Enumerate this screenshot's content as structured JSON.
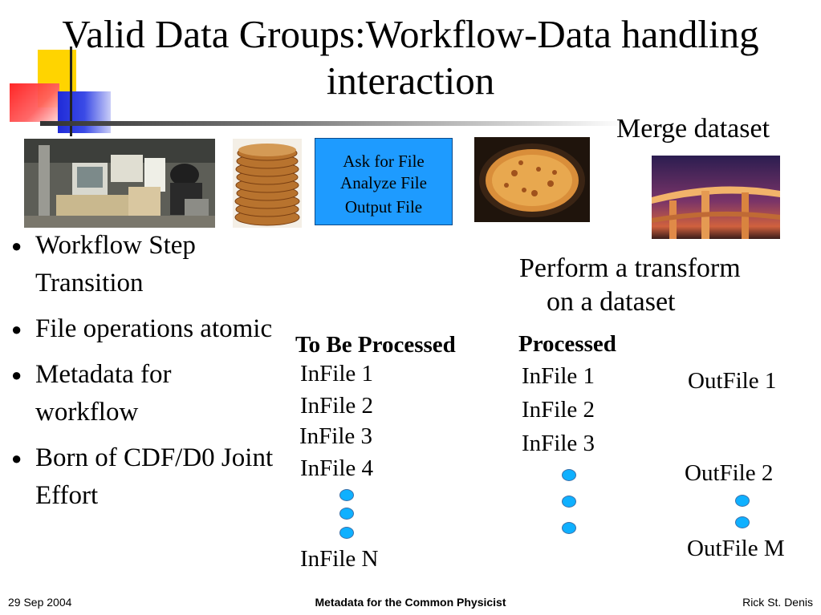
{
  "title": "Valid Data Groups:Workflow-Data handling interaction",
  "merge_label": "Merge dataset",
  "blue_box": {
    "lines": [
      "Ask for File",
      "Analyze File",
      "Output File"
    ],
    "color": "#1e9bff"
  },
  "bullets": [
    "Workflow Step Transition",
    "File operations atomic",
    "Metadata for workflow",
    "Born of CDF/D0 Joint Effort"
  ],
  "transform": {
    "line1": "Perform a transform",
    "line2": "on a dataset"
  },
  "to_be_processed": {
    "header": "To Be Processed",
    "files": [
      "InFile 1",
      "InFile 2",
      "InFile 3",
      "InFile 4"
    ],
    "last": "InFile N"
  },
  "processed": {
    "header": "Processed",
    "files": [
      "InFile 1",
      "InFile 2",
      "InFile 3"
    ]
  },
  "outputs": {
    "files": [
      "OutFile 1",
      "OutFile 2",
      "OutFile M"
    ]
  },
  "footer": {
    "date": "29 Sep 2004",
    "center": "Metadata for the Common Physicist",
    "author": "Rick St. Denis"
  },
  "icons": {
    "bullet": "bullet-dot-icon",
    "ellipsis": "ellipsis-circle-icon"
  }
}
